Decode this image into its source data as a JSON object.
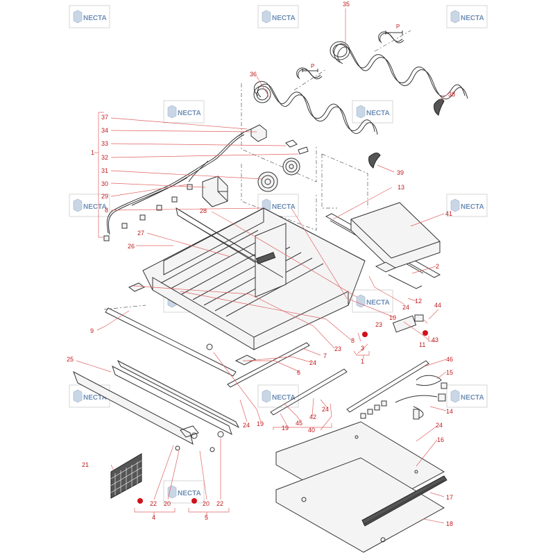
{
  "watermark": {
    "text": "NECTA"
  },
  "pitch_label": "P",
  "callouts": [
    "35",
    "36",
    "38",
    "37",
    "34",
    "33",
    "32",
    "31",
    "30",
    "29",
    "28",
    "8",
    "27",
    "26",
    "1",
    "39",
    "13",
    "41",
    "2",
    "12",
    "24",
    "10",
    "23",
    "44",
    "43",
    "11",
    "9",
    "23",
    "8",
    "3",
    "1",
    "7",
    "24",
    "6",
    "25",
    "46",
    "15",
    "14",
    "24",
    "19",
    "45",
    "42",
    "19",
    "40",
    "24",
    "21",
    "16",
    "24",
    "17",
    "18",
    "22",
    "20",
    "20",
    "22",
    "4",
    "5"
  ]
}
